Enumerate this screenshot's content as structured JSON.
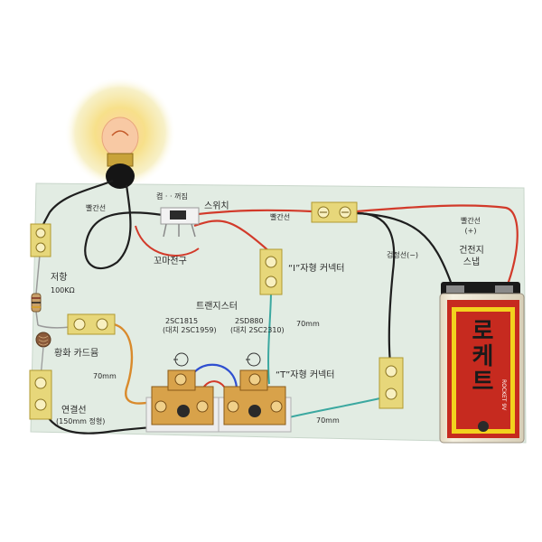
{
  "labels": {
    "switch_on_off": "켬 · · 꺼짐",
    "switch": "스위치",
    "red_wire_1": "빨간선",
    "red_wire_2": "빨간선",
    "red_wire_3": "빨간선",
    "plus": "(+)",
    "battery_snap_line1": "건전지",
    "battery_snap_line2": "스냅",
    "black_wire": "검정선(−)",
    "mini_bulb": "꼬마전구",
    "resistor": "저항",
    "resistor_value": "100KΩ",
    "i_connector": "“I”자형 커넥터",
    "transistor": "트랜지스터",
    "tr1_model": "2SC1815",
    "tr1_sub": "(대치 2SC1959)",
    "tr2_model": "2SD880",
    "tr2_sub": "(대치 2SC2310)",
    "len_right_vertical": "70mm",
    "cds": "황화 카드뮴",
    "len_left": "70mm",
    "t_connector": "“T”자형 커넥터",
    "lead_wire": "연결선",
    "lead_wire_note": "(150mm 정형)",
    "len_bottom": "70mm",
    "battery_brand": "로케트",
    "battery_small": "ROCKET 9V"
  },
  "colors": {
    "board": "#e2ece3",
    "red_wire": "#d23a2a",
    "black_wire": "#1e1e1e",
    "blue_wire": "#2f4fd0",
    "teal_wire": "#3ba8a0",
    "orange_wire": "#d98a2c",
    "connector": "#e7d77a",
    "pcb": "#d8a24a",
    "battery_red": "#c62a1f",
    "battery_yellow": "#f2d21e",
    "bulb_glow": "#f4d77a"
  }
}
